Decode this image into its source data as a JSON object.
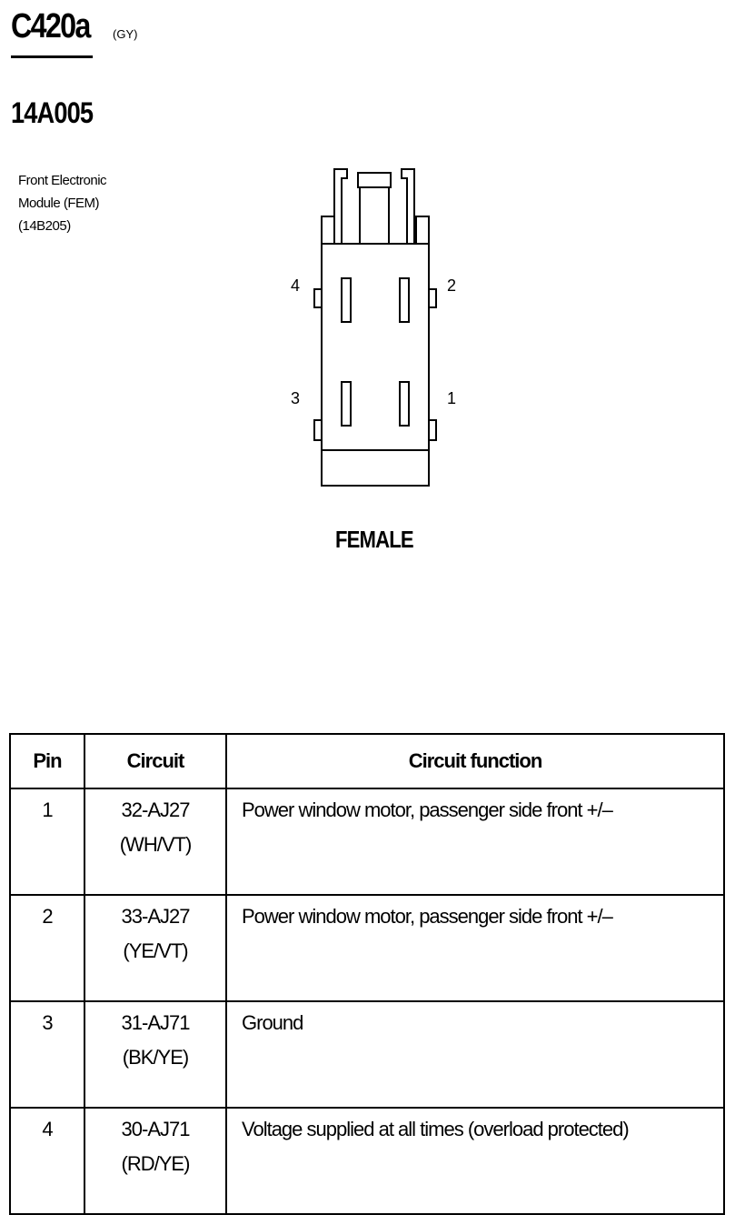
{
  "connector": {
    "title": "C420a",
    "color_code": "(GY)",
    "part_number": "14A005",
    "description": [
      "Front Electronic",
      "Module (FEM)",
      "(14B205)"
    ],
    "gender_label": "FEMALE",
    "pin_labels": {
      "p1": "1",
      "p2": "2",
      "p3": "3",
      "p4": "4"
    }
  },
  "table": {
    "headers": {
      "pin": "Pin",
      "circuit": "Circuit",
      "function": "Circuit function"
    },
    "rows": [
      {
        "pin": "1",
        "circuit": "32-AJ27",
        "color": "(WH/VT)",
        "function": "Power window motor, passenger side front  +/–"
      },
      {
        "pin": "2",
        "circuit": "33-AJ27",
        "color": "(YE/VT)",
        "function": "Power window motor, passenger side front  +/–"
      },
      {
        "pin": "3",
        "circuit": "31-AJ71",
        "color": "(BK/YE)",
        "function": "Ground"
      },
      {
        "pin": "4",
        "circuit": "30-AJ71",
        "color": "(RD/YE)",
        "function": "Voltage supplied at all times (overload protected)"
      }
    ]
  }
}
